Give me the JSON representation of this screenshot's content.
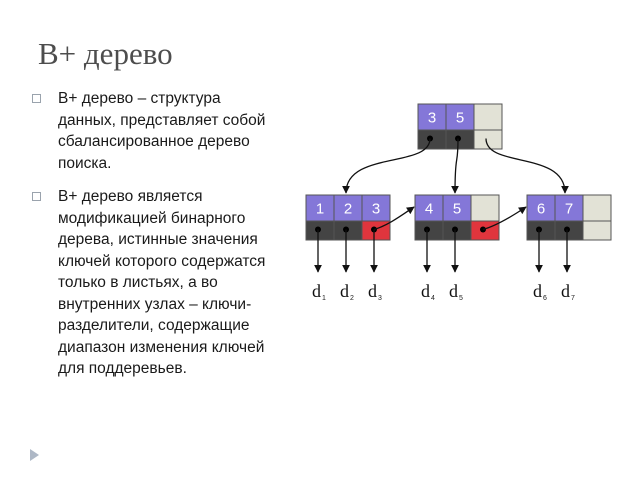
{
  "slide": {
    "title": "B+ дерево",
    "bullets": [
      "B+ дерево – структура данных, представляет собой сбалансированное дерево поиска.",
      "B+ дерево является модификацией бинарного дерева, истинные значения ключей которого содержатся только в листьях, а во внутренних узлах – ключи-разделители, содержащие диапазон изменения ключей для поддеревьев."
    ]
  },
  "tree": {
    "root": {
      "keys": [
        "3",
        "5"
      ],
      "empty_slots": 1
    },
    "leaves": [
      {
        "keys": [
          "1",
          "2",
          "3"
        ],
        "empty_slots": 0,
        "has_next_pointer": true
      },
      {
        "keys": [
          "4",
          "5"
        ],
        "empty_slots": 1,
        "has_next_pointer": true
      },
      {
        "keys": [
          "6",
          "7"
        ],
        "empty_slots": 1,
        "has_next_pointer": false
      }
    ],
    "data_labels": [
      {
        "letter": "d",
        "sub": "1"
      },
      {
        "letter": "d",
        "sub": "2"
      },
      {
        "letter": "d",
        "sub": "3"
      },
      {
        "letter": "d",
        "sub": "4"
      },
      {
        "letter": "d",
        "sub": "5"
      },
      {
        "letter": "d",
        "sub": "6"
      },
      {
        "letter": "d",
        "sub": "7"
      }
    ],
    "colors": {
      "key_cell": "#8477d8",
      "empty_cell": "#e2e2d6",
      "pointer_cell": "#444444",
      "next_pointer": "#e0353d",
      "arrow": "#111111"
    }
  },
  "icons": {
    "bullet_marker": "hollow-square-icon",
    "slide_nav": "triangle-right-icon"
  }
}
